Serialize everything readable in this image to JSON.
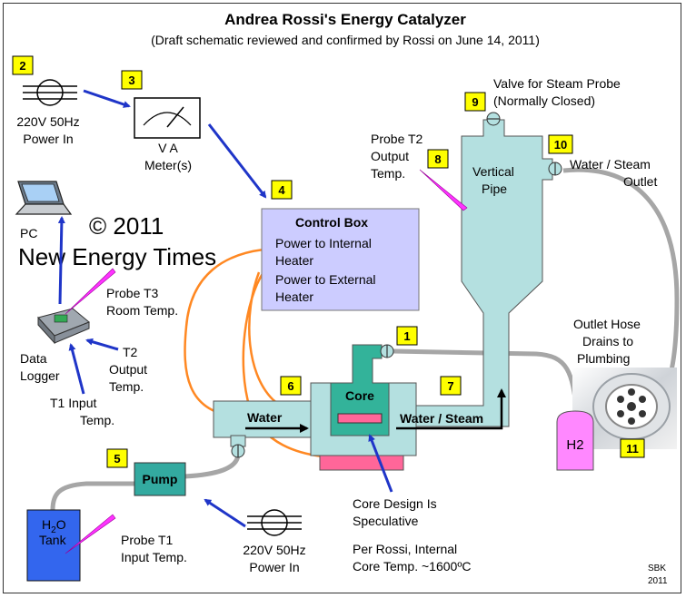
{
  "title": "Andrea Rossi's Energy Catalyzer",
  "subtitle": "(Draft schematic reviewed and confirmed by Rossi on June 14, 2011)",
  "numbers": [
    "1",
    "2",
    "3",
    "4",
    "5",
    "6",
    "7",
    "8",
    "9",
    "10",
    "11"
  ],
  "power_in_top": {
    "line1": "220V 50Hz",
    "line2": "Power In"
  },
  "meter": {
    "va": "V  A",
    "label": "Meter(s)"
  },
  "pc": "PC",
  "watermark": {
    "line1": "© 2011",
    "line2": "New Energy Times"
  },
  "control_box": {
    "title": "Control Box",
    "line1": "Power to Internal",
    "line2": "Heater",
    "line3": "Power to External",
    "line4": "Heater"
  },
  "probe_t3": {
    "line1": "Probe T3",
    "line2": "Room Temp."
  },
  "data_logger": {
    "line1": "Data",
    "line2": "Logger"
  },
  "t2_output": {
    "line1": "T2",
    "line2": "Output",
    "line3": "Temp."
  },
  "t1_input": {
    "line1": "T1 Input",
    "line2": "Temp."
  },
  "probe_t2": {
    "line1": "Probe T2",
    "line2": "Output",
    "line3": "Temp."
  },
  "vertical_pipe": {
    "line1": "Vertical",
    "line2": "Pipe"
  },
  "valve": {
    "line1": "Valve for Steam Probe",
    "line2": "(Normally Closed)"
  },
  "water_steam_outlet": {
    "line1": "Water / Steam",
    "line2": "Outlet"
  },
  "outlet_hose": {
    "line1": "Outlet Hose",
    "line2": "Drains to",
    "line3": "Plumbing"
  },
  "core": "Core",
  "water": "Water",
  "water_steam": "Water / Steam",
  "h2": "H2",
  "pump": "Pump",
  "tank": {
    "h2o_main": "H",
    "h2o_sub": "2",
    "h2o_end": "O",
    "line2": "Tank"
  },
  "probe_t1": {
    "line1": "Probe T1",
    "line2": "Input Temp."
  },
  "power_in_bottom": {
    "line1": "220V 50Hz",
    "line2": "Power In"
  },
  "core_design": {
    "line1": "Core Design Is",
    "line2": "Speculative"
  },
  "per_rossi": {
    "line1": "Per Rossi, Internal",
    "line2": "Core Temp. ~1600ºC"
  },
  "credit": {
    "line1": "SBK",
    "line2": "2011"
  },
  "colors": {
    "pipe": "#b4e0e0",
    "control_box": "#ccccff",
    "core": "#33b39a",
    "heater": "#ff6699",
    "h2_tank": "#ff88ff",
    "water_tank": "#3366ee",
    "wire": "#ff8822",
    "hose": "#a6a6a6",
    "arrow": "#1f35c8",
    "label_box": "#ffff00"
  }
}
